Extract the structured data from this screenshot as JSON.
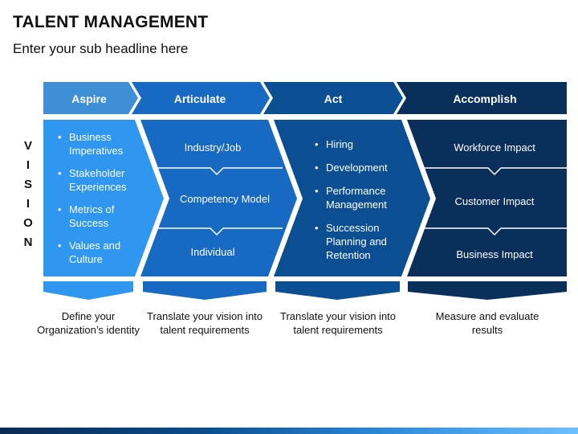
{
  "title": "TALENT MANAGEMENT",
  "subtitle": "Enter your sub headline here",
  "vision_letters": [
    "V",
    "I",
    "S",
    "I",
    "O",
    "N"
  ],
  "colors": {
    "aspire": "#3f8fd6",
    "articulate": "#1769c2",
    "act": "#0b4f92",
    "accomplish": "#0a2f5a",
    "aspire_body": "#2f97f0"
  },
  "stages": [
    {
      "header": "Aspire",
      "bullets": [
        "Business Imperatives",
        "Stakeholder Experiences",
        "Metrics of Success",
        "Values and Culture"
      ],
      "caption": "Define your Organization’s identity"
    },
    {
      "header": "Articulate",
      "cells": [
        "Industry/Job",
        "Competency Model",
        "Individual"
      ],
      "caption": "Translate your vision into talent requirements"
    },
    {
      "header": "Act",
      "bullets": [
        "Hiring",
        "Development",
        "Performance Management",
        "Succession Planning and Retention"
      ],
      "caption": "Translate your vision into talent requirements"
    },
    {
      "header": "Accomplish",
      "cells": [
        "Workforce Impact",
        "Customer Impact",
        "Business Impact"
      ],
      "caption": "Measure and evaluate results"
    }
  ]
}
